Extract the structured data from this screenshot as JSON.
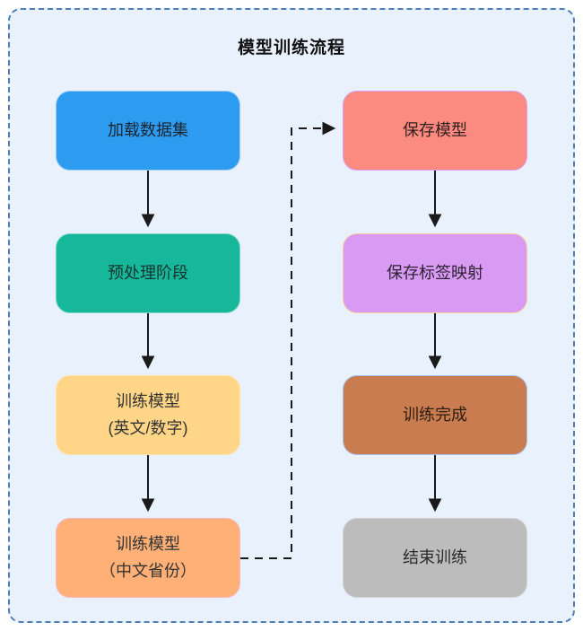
{
  "title": "模型训练流程",
  "container": {
    "background": "#e9f1fc",
    "border_color": "#4d7fb5",
    "border_style": "dashed"
  },
  "edge_color": "#1a1a1a",
  "nodes": [
    {
      "id": "load-dataset",
      "label": "加载数据集",
      "fill": "#2d9bf0",
      "border": "#9ecdf5",
      "text_color": "#1d2530"
    },
    {
      "id": "preprocess",
      "label": "预处理阶段",
      "fill": "#16b79a",
      "border": "#7fd8c4",
      "text_color": "#15352e"
    },
    {
      "id": "train-model-en",
      "label": "训练模型",
      "label2": "(英文/数字)",
      "fill": "#ffd687",
      "border": "#ffe3ae",
      "text_color": "#333"
    },
    {
      "id": "train-model-cn",
      "label": "训练模型",
      "label2": "（中文省份）",
      "fill": "#feb077",
      "border": "#f6b6c3",
      "text_color": "#333"
    },
    {
      "id": "save-model",
      "label": "保存模型",
      "fill": "#fb8b80",
      "border": "#d9a0f2",
      "text_color": "#33201e"
    },
    {
      "id": "save-label-map",
      "label": "保存标签映射",
      "fill": "#d89af3",
      "border": "#f6cf9e",
      "text_color": "#2e2233"
    },
    {
      "id": "train-done",
      "label": "训练完成",
      "fill": "#c97c50",
      "border": "#a9c0e8",
      "text_color": "#2e1d13"
    },
    {
      "id": "end-training",
      "label": "结束训练",
      "fill": "#bcbcbc",
      "border": "#d4d4d4",
      "text_color": "#2a2a2a"
    }
  ],
  "edges": [
    {
      "from": "加载数据集",
      "to": "预处理阶段",
      "style": "solid"
    },
    {
      "from": "预处理阶段",
      "to": "训练模型 (英文/数字)",
      "style": "solid"
    },
    {
      "from": "训练模型 (英文/数字)",
      "to": "训练模型（中文省份）",
      "style": "solid"
    },
    {
      "from": "训练模型（中文省份）",
      "to": "保存模型",
      "style": "dashed"
    },
    {
      "from": "保存模型",
      "to": "保存标签映射",
      "style": "solid"
    },
    {
      "from": "保存标签映射",
      "to": "训练完成",
      "style": "solid"
    },
    {
      "from": "训练完成",
      "to": "结束训练",
      "style": "solid"
    }
  ]
}
